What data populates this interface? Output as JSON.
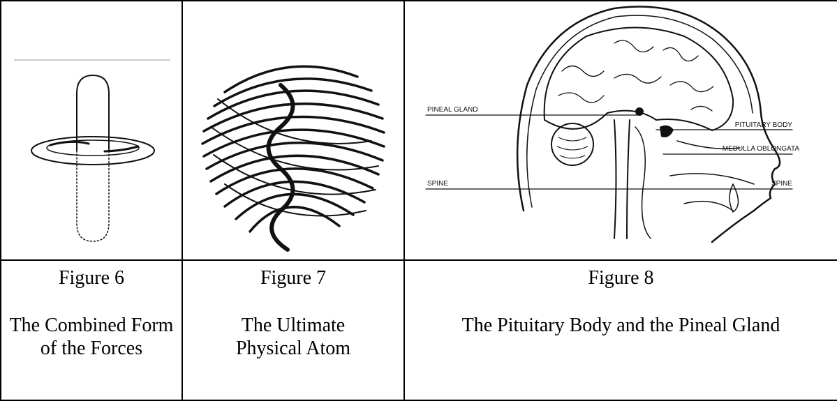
{
  "figures": [
    {
      "number": "Figure 6",
      "title": "The Combined Form of the Forces",
      "icon": "combined-forces-drawing"
    },
    {
      "number": "Figure 7",
      "title": "The Ultimate Physical Atom",
      "icon": "ultimate-atom-drawing"
    },
    {
      "number": "Figure 8",
      "title": "The Pituitary Body and the Pineal Gland",
      "icon": "brain-section-drawing",
      "labels": {
        "pineal_gland": "PINEAL GLAND",
        "pituitary_body": "PITUITARY BODY",
        "medulla_oblongata": "MEDULLA OBLONGATA",
        "spine_left": "SPINE",
        "spine_right": "SPINE"
      }
    }
  ]
}
